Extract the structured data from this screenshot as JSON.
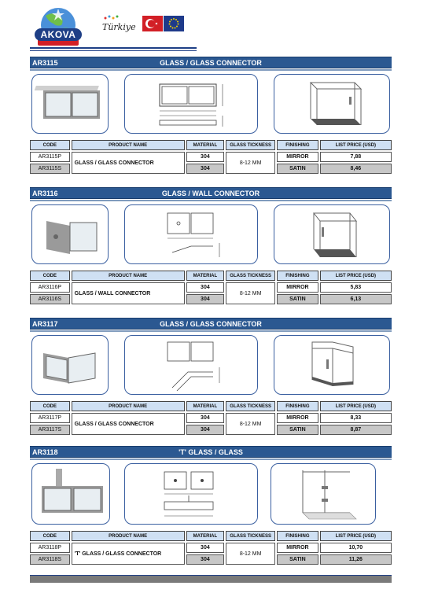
{
  "header": {
    "logo_text": "AKOVA",
    "turkiye_text": "Türkiye"
  },
  "table_headers": {
    "code": "CODE",
    "product_name": "PRODUCT NAME",
    "material": "MATERIAL",
    "glass_thickness": "GLASS TICKNESS",
    "finishing": "FINISHING",
    "list_price": "LIST PRICE (USD)"
  },
  "sections": [
    {
      "code": "AR3115",
      "title": "GLASS / GLASS CONNECTOR",
      "product_name": "GLASS / GLASS CONNECTOR",
      "thickness": "8-12 MM",
      "rows": [
        {
          "code": "AR3115P",
          "material": "304",
          "finishing": "MIRROR",
          "price": "7,88"
        },
        {
          "code": "AR3115S",
          "material": "304",
          "finishing": "SATIN",
          "price": "8,46"
        }
      ]
    },
    {
      "code": "AR3116",
      "title": "GLASS / WALL CONNECTOR",
      "product_name": "GLASS / WALL CONNECTOR",
      "thickness": "8-12 MM",
      "rows": [
        {
          "code": "AR3116P",
          "material": "304",
          "finishing": "MIRROR",
          "price": "5,83"
        },
        {
          "code": "AR3116S",
          "material": "304",
          "finishing": "SATIN",
          "price": "6,13"
        }
      ]
    },
    {
      "code": "AR3117",
      "title": "GLASS / GLASS CONNECTOR",
      "product_name": "GLASS / GLASS CONNECTOR",
      "thickness": "8-12 MM",
      "rows": [
        {
          "code": "AR3117P",
          "material": "304",
          "finishing": "MIRROR",
          "price": "8,33"
        },
        {
          "code": "AR3117S",
          "material": "304",
          "finishing": "SATIN",
          "price": "8,87"
        }
      ]
    },
    {
      "code": "AR3118",
      "title": "'T' GLASS / GLASS",
      "product_name": "'T' GLASS / GLASS CONNECTOR",
      "thickness": "8-12 MM",
      "rows": [
        {
          "code": "AR3118P",
          "material": "304",
          "finishing": "MIRROR",
          "price": "10,70"
        },
        {
          "code": "AR3118S",
          "material": "304",
          "finishing": "SATIN",
          "price": "11,26"
        }
      ]
    }
  ]
}
